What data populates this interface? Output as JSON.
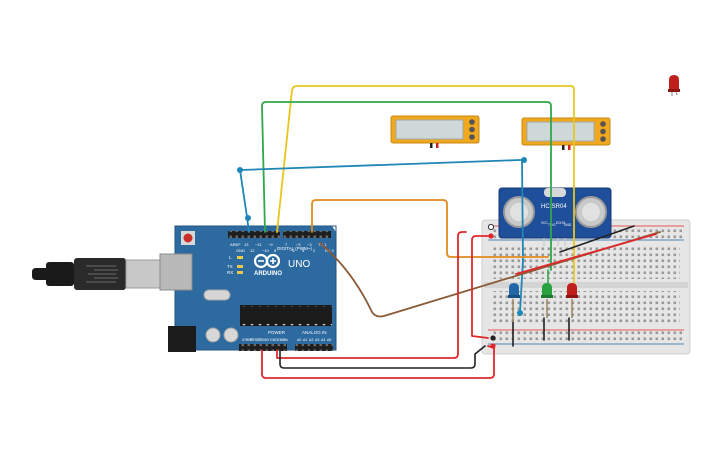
{
  "arduino": {
    "brand": "ARDUINO",
    "model": "UNO",
    "digital_label": "DIGITAL (PWM~)",
    "power_label": "POWER",
    "analog_label": "ANALOG IN",
    "pin_aref": "AREF",
    "pin_gnd": "GND",
    "pin_13": "13",
    "pin_12": "12",
    "pin_11": "~11",
    "pin_10": "~10",
    "pin_9": "~9",
    "pin_8": "8",
    "pin_7": "7",
    "pin_6": "~6",
    "pin_5": "~5",
    "pin_4": "4",
    "pin_3": "~3",
    "pin_2": "2",
    "pin_tx": "TX 1",
    "pin_rx": "RX 0",
    "led_l": "L",
    "led_tx": "TX",
    "led_rx": "RX",
    "pwr_ioref": "IOREF",
    "pwr_reset": "RESET",
    "pwr_33v": "3.3V",
    "pwr_5v": "5V",
    "pwr_gnd1": "GND",
    "pwr_gnd2": "GND",
    "pwr_vin": "Vin",
    "a0": "A0",
    "a1": "A1",
    "a2": "A2",
    "a3": "A3",
    "a4": "A4",
    "a5": "A5"
  },
  "sensor": {
    "label": "HC-SR04",
    "pin_vcc": "VCC",
    "pin_trig": "TRIG",
    "pin_echo": "ECHO",
    "pin_gnd": "GND"
  },
  "colors": {
    "arduino_board": "#2c6aa0",
    "wire_red": "#e0282b",
    "wire_green": "#2ea84a",
    "wire_yellow": "#e8c61e",
    "wire_blue": "#1f86b8",
    "wire_orange": "#e28a1c",
    "wire_brown": "#8a5a36",
    "wire_black": "#222222",
    "meter_frame": "#f0a81e",
    "led_red": "#c0201a",
    "led_green": "#27a23d",
    "led_blue": "#2167a8",
    "breadboard": "#e6e6e6"
  }
}
